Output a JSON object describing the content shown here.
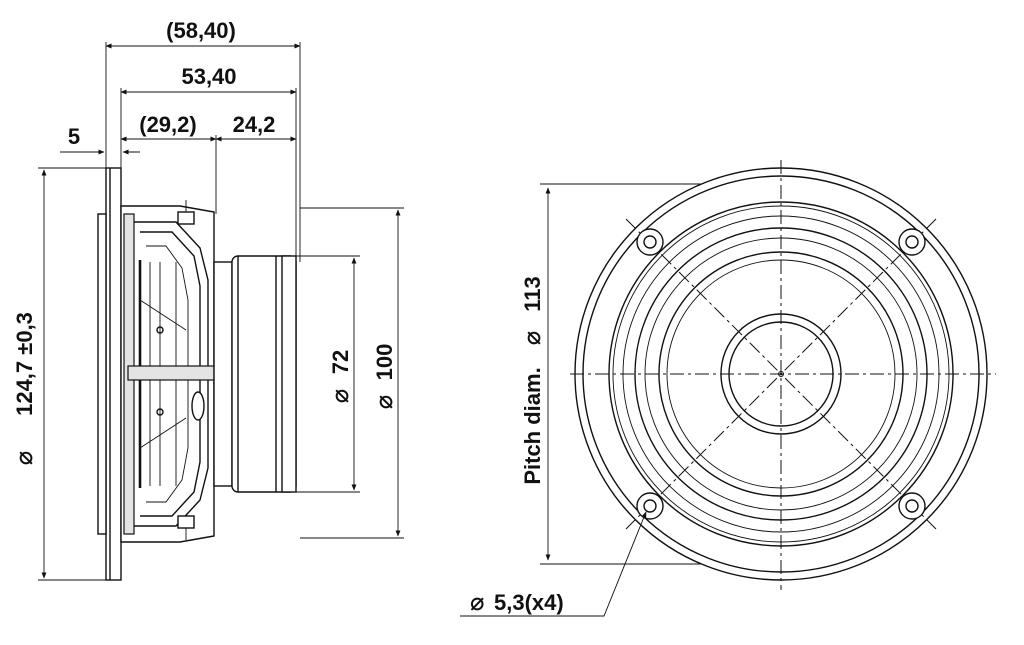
{
  "side_view": {
    "dimensions": {
      "overall_depth": "(58,40)",
      "depth": "53,40",
      "cone_depth": "(29,2)",
      "magnet_depth": "24,2",
      "flange_thickness": "5",
      "frame_diameter": "124,7 ±0,3",
      "magnet_diameter": "72",
      "pot_diameter": "100"
    }
  },
  "front_view": {
    "dimensions": {
      "pitch_label": "Pitch diam.",
      "pitch_value": "113",
      "hole_diameter": "5,3(x4)"
    }
  },
  "symbols": {
    "diameter": "⌀"
  }
}
